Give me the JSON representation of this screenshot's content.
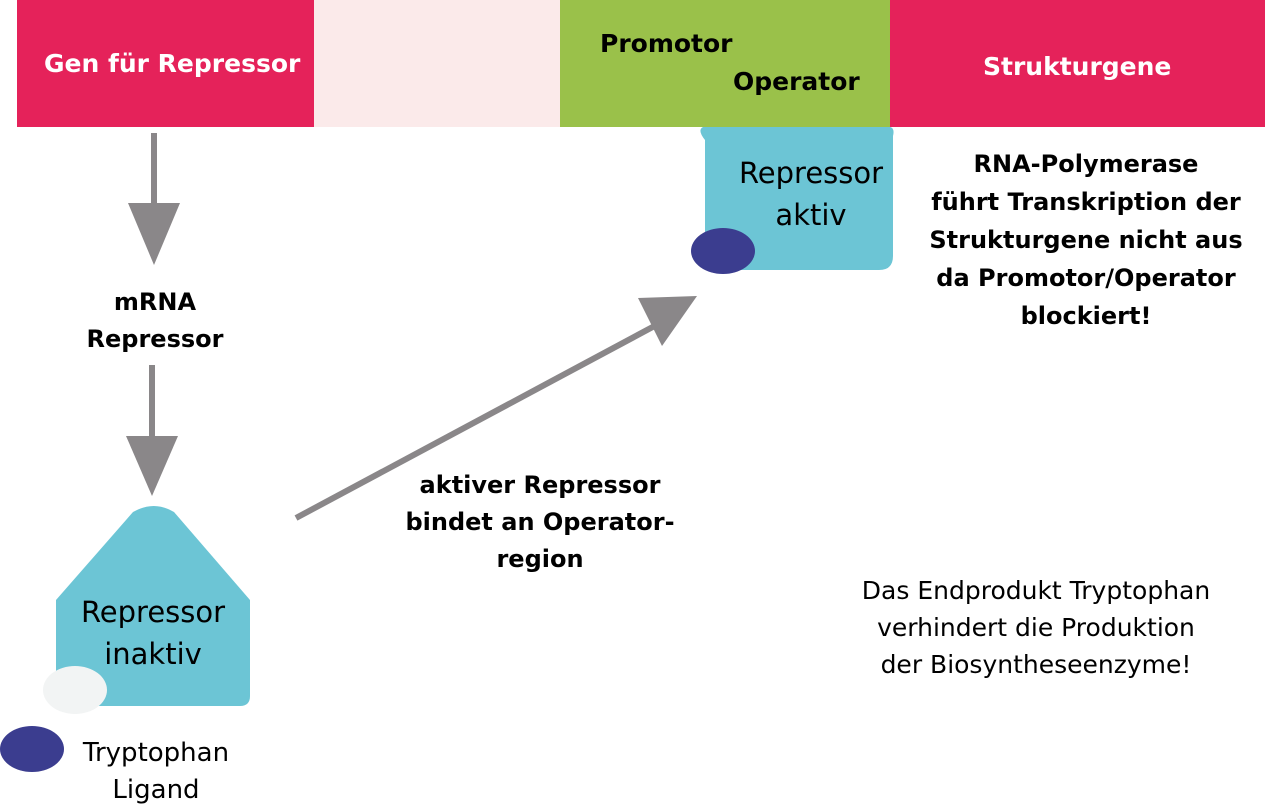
{
  "colors": {
    "gene_bar": "#e5225a",
    "spacer": "#fbeaea",
    "promoter_operator": "#9ac14a",
    "repressor": "#6cc5d5",
    "tryptophan": "#3b3d8f",
    "empty_site": "#f2f4f4",
    "arrow": "#8a8789"
  },
  "dna_bar": {
    "gene_repressor": "Gen für Repressor",
    "promotor": "Promotor",
    "operator": "Operator",
    "structural_genes": "Strukturgene"
  },
  "left_path": {
    "mrna_line1": "mRNA",
    "mrna_line2": "Repressor",
    "inactive_line1": "Repressor",
    "inactive_line2": "inaktiv",
    "ligand_line1": "Tryptophan",
    "ligand_line2": "Ligand"
  },
  "binding_note": {
    "line1": "aktiver Repressor",
    "line2": "bindet an Operator-",
    "line3": "region"
  },
  "active_repressor": {
    "line1": "Repressor",
    "line2": "aktiv"
  },
  "polymerase_note": {
    "line1": "RNA-Polymerase",
    "line2": "führt Transkription der",
    "line3": "Strukturgene nicht aus",
    "line4": "da Promotor/Operator",
    "line5": "blockiert!"
  },
  "end_product_note": {
    "line1": "Das Endprodukt Tryptophan",
    "line2": "verhindert die Produktion",
    "line3": "der Biosyntheseenzyme!"
  }
}
